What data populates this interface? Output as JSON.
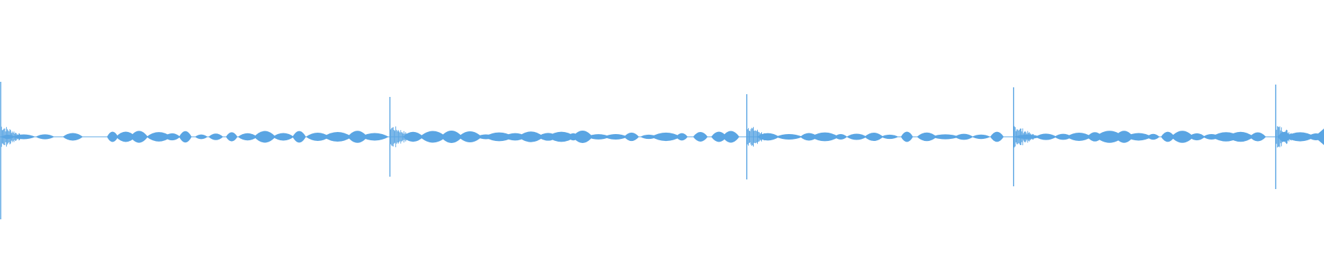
{
  "waveform": {
    "color": "#5aa5e3",
    "background": "#ffffff",
    "description_icon": "audio-waveform",
    "transient_positions": [
      0.0,
      0.2945,
      0.564,
      0.7655,
      0.9635
    ],
    "segments": [
      {
        "start": 0.0,
        "end": 0.2945,
        "blips": [
          0.006,
          0.018,
          0.034,
          0.055,
          0.085,
          0.095,
          0.105,
          0.12,
          0.13,
          0.14,
          0.152,
          0.163,
          0.175,
          0.187,
          0.2,
          0.214,
          0.226,
          0.24,
          0.255,
          0.27,
          0.283
        ]
      },
      {
        "start": 0.2945,
        "end": 0.564,
        "blips": [
          0.312,
          0.327,
          0.341,
          0.355,
          0.367,
          0.377,
          0.389,
          0.401,
          0.414,
          0.424,
          0.433,
          0.44,
          0.452,
          0.465,
          0.477,
          0.49,
          0.503,
          0.515,
          0.529,
          0.543,
          0.552
        ]
      },
      {
        "start": 0.564,
        "end": 0.7655,
        "blips": [
          0.58,
          0.596,
          0.611,
          0.623,
          0.635,
          0.647,
          0.66,
          0.672,
          0.685,
          0.7,
          0.714,
          0.728,
          0.741,
          0.753
        ]
      },
      {
        "start": 0.7655,
        "end": 0.9635,
        "blips": [
          0.776,
          0.79,
          0.803,
          0.815,
          0.827,
          0.838,
          0.849,
          0.86,
          0.871,
          0.882,
          0.893,
          0.904,
          0.915,
          0.926,
          0.937,
          0.95
        ]
      },
      {
        "start": 0.9635,
        "end": 1.0,
        "blips": [
          0.97,
          0.982,
          0.994
        ]
      }
    ]
  }
}
